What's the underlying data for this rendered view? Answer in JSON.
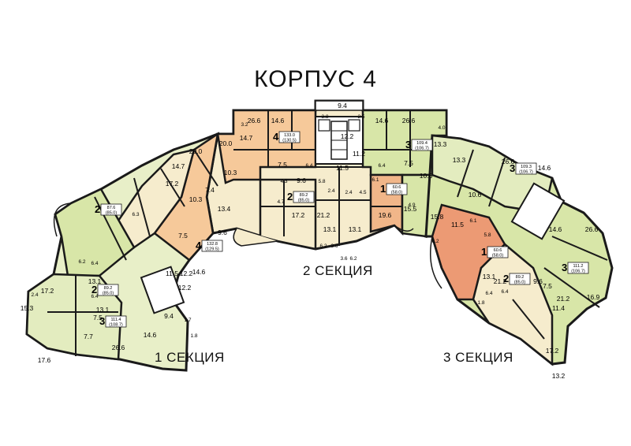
{
  "title": "КОРПУС 4",
  "sections": [
    {
      "label": "1 СЕКЦИЯ"
    },
    {
      "label": "2 СЕКЦИЯ"
    },
    {
      "label": "3 СЕКЦИЯ"
    }
  ],
  "colors": {
    "green_light": "#e8efc8",
    "green": "#d8e6a8",
    "green_dark": "#c6dc8a",
    "yellow": "#f6eccd",
    "orange": "#f6c99a",
    "orange_dark": "#eda774",
    "salmon": "#ec9a74",
    "wall": "#1a1a1a"
  },
  "room_areas": [
    "9.4",
    "3.8",
    "2.5",
    "14.6",
    "26.6",
    "3.2",
    "26.6",
    "14.6",
    "12.2",
    "11.2",
    "13.3",
    "4.0",
    "20.0",
    "14.7",
    "7.5",
    "6.4",
    "11.5",
    "6.4",
    "7.5",
    "20.0",
    "14.7",
    "10.3",
    "4.3",
    "9.6",
    "5.8",
    "6.1",
    "10.6",
    "13.3",
    "17.2",
    "7.4",
    "4.7",
    "2.4",
    "2.4",
    "4.5",
    "4.9",
    "26.6",
    "14.6",
    "13.1",
    "6.3",
    "10.3",
    "17.2",
    "21.2",
    "13.1",
    "13.1",
    "19.6",
    "15.5",
    "10.6",
    "13.4",
    "9.6",
    "7.5",
    "6.2",
    "3.6",
    "3.6",
    "6.2",
    "12.2",
    "13.1",
    "21.2",
    "6.4",
    "6.4",
    "15.8",
    "6.1",
    "11.5",
    "5.8",
    "14.6",
    "26.6",
    "6.2",
    "14.6",
    "11.5",
    "6.2",
    "6.4",
    "12.2",
    "13.1",
    "9.6",
    "7.5",
    "15.3",
    "17.2",
    "6.4",
    "9.4",
    "13.1",
    "21.2",
    "16.9",
    "7.5",
    "7.7",
    "26.6",
    "14.6",
    "17.2",
    "11.4",
    "17.6",
    "13.2",
    "2.4",
    "1.7",
    "1.8",
    "1.8",
    "2.4"
  ],
  "apartments": [
    {
      "rooms": "4",
      "area": "133.0",
      "living": "(130.5)"
    },
    {
      "rooms": "3",
      "area": "109.4",
      "living": "(106.7)"
    },
    {
      "rooms": "2",
      "area": "89.2",
      "living": "(85.0)"
    },
    {
      "rooms": "1",
      "area": "60.6",
      "living": "(58.0)"
    },
    {
      "rooms": "2",
      "area": "87.6",
      "living": "(85.0)"
    },
    {
      "rooms": "4",
      "area": "132.8",
      "living": "(129.5)"
    },
    {
      "rooms": "2",
      "area": "89.2",
      "living": "(85.0)"
    },
    {
      "rooms": "3",
      "area": "111.4",
      "living": "(108.7)"
    },
    {
      "rooms": "3",
      "area": "109.3",
      "living": "(106.7)"
    },
    {
      "rooms": "1",
      "area": "60.6",
      "living": "(58.0)"
    },
    {
      "rooms": "2",
      "area": "89.2",
      "living": "(85.0)"
    },
    {
      "rooms": "3",
      "area": "111.2",
      "living": "(106.7)"
    }
  ]
}
